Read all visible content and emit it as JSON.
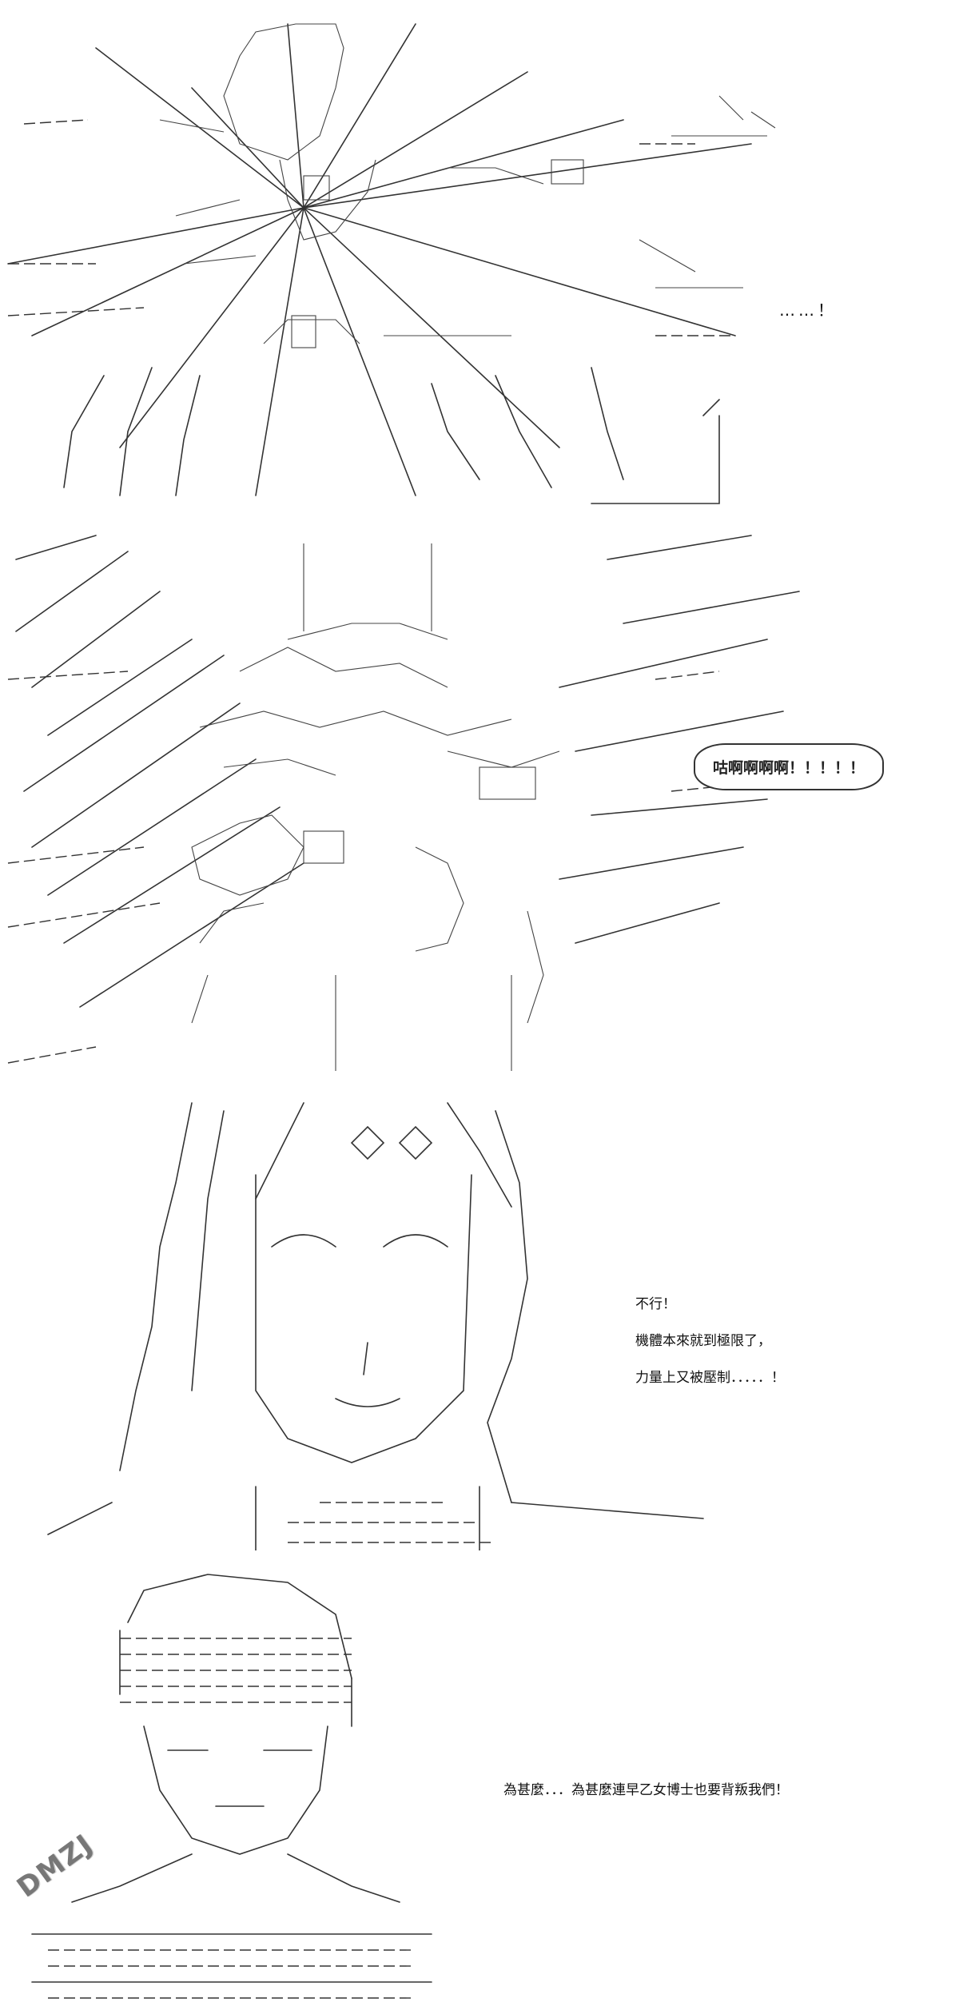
{
  "panels": [
    {
      "id": "panel-1",
      "ellipsis_text": "……！"
    },
    {
      "id": "panel-2",
      "scream_text": "咕啊啊啊啊！！！！！"
    },
    {
      "id": "panel-3",
      "dialogue_lines": [
        "不行！",
        "機體本來就到極限了，",
        "力量上又被壓制．．．．．！"
      ]
    },
    {
      "id": "panel-4",
      "dialogue_text": "為甚麼．．．為甚麼連早乙女博士也要背叛我們！"
    }
  ],
  "watermark": {
    "text": "DMZJ"
  }
}
